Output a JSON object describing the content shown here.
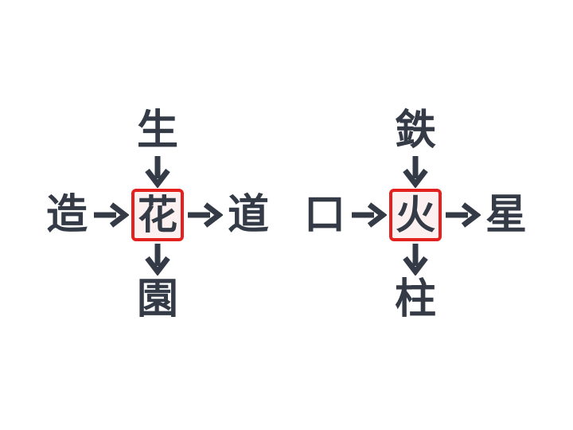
{
  "colors": {
    "ink": "#343B46",
    "accent_red": "#E32220",
    "box_fill": "#FCF1F0",
    "background": "#FFFFFF"
  },
  "icons": {
    "right_arrow_glyph": "→",
    "down_arrow_glyph": "↓"
  },
  "puzzles": [
    {
      "top": "生",
      "left": "造",
      "center": "花",
      "right": "道",
      "bottom": "園"
    },
    {
      "top": "鉄",
      "left": "口",
      "center": "火",
      "right": "星",
      "bottom": "柱"
    }
  ]
}
